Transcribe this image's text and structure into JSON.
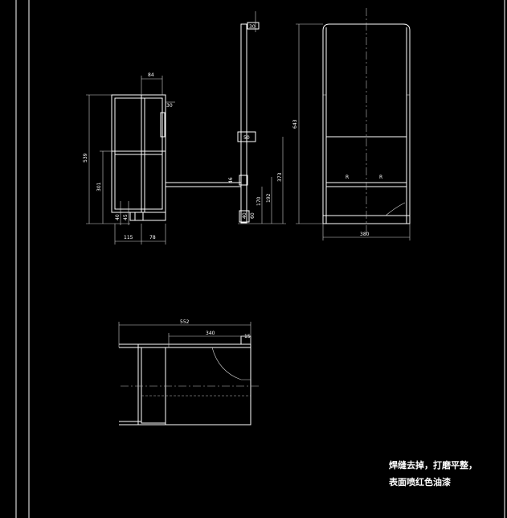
{
  "side_view": {
    "width_top": "84",
    "top_small": "30",
    "height_total": "539",
    "height_lower": "301",
    "foot_a": "40",
    "foot_b": "45",
    "bottom_left": "115",
    "bottom_right": "78",
    "rod_a": "46",
    "rod_b": "170",
    "rod_c": "192",
    "rod_d": "373",
    "rod_e": "60",
    "rod_f": "40",
    "post_top": "30",
    "post_mid": "50"
  },
  "front_view": {
    "height": "643",
    "width": "380",
    "mark_left": "R",
    "mark_right": "R"
  },
  "top_view": {
    "width_total": "552",
    "width_inner": "340",
    "edge": "15"
  },
  "note": {
    "line1": "焊缝去掉，打磨平整，",
    "line2": "表面喷红色油漆"
  }
}
